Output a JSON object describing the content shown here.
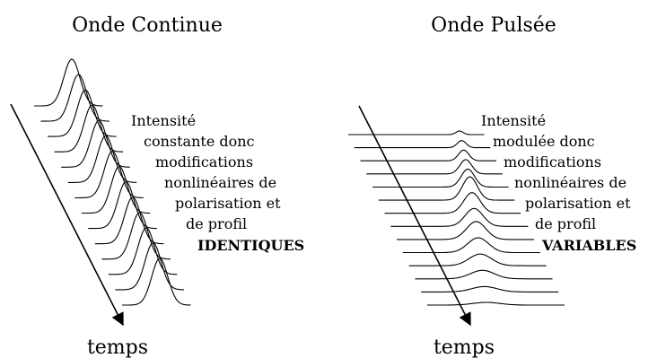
{
  "panels": [
    {
      "title": "Onde Continue",
      "time_label": "temps",
      "description_lines": [
        "Intensité",
        "constante donc",
        "modifications",
        "nonlinéaires de",
        "polarisation et",
        "de profil"
      ],
      "conclusion": "IDENTIQUES"
    },
    {
      "title": "Onde Pulsée",
      "time_label": "temps",
      "description_lines": [
        "Intensité",
        "modulée donc",
        "modifications",
        "nonlinéaires de",
        "polarisation et",
        "de profil"
      ],
      "conclusion": "VARIABLES"
    }
  ],
  "colors": {
    "ink": "#000000",
    "background": "#ffffff"
  }
}
